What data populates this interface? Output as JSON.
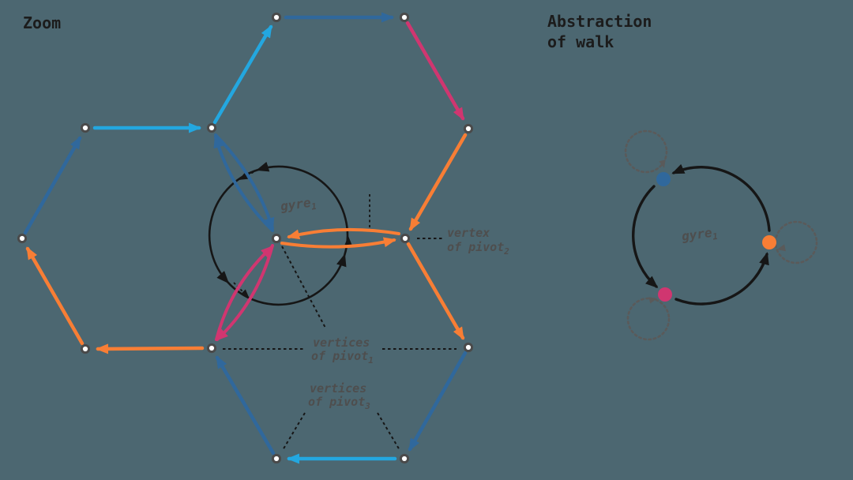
{
  "titles": {
    "zoom": "Zoom",
    "abstraction_line1": "Abstraction",
    "abstraction_line2": "of walk"
  },
  "labels": {
    "gyre_zoom": {
      "base": "gyre",
      "sub": "1"
    },
    "gyre_abstraction": {
      "base": "gyre",
      "sub": "1"
    },
    "vertex_pivot2": {
      "line1": "vertex",
      "line2": "of pivot",
      "sub": "2"
    },
    "vertices_pivot1": {
      "line1": "vertices",
      "line2": "of pivot",
      "sub": "1"
    },
    "vertices_pivot3": {
      "line1": "vertices",
      "line2": "of pivot",
      "sub": "3"
    }
  },
  "colors": {
    "background": "#4C6771",
    "light_blue": "#23A7E0",
    "dark_blue": "#30689C",
    "orange": "#F87E35",
    "pink": "#D03670",
    "black": "#161616",
    "title_text": "#1C1C1C",
    "label_gray": "#4E4E4E",
    "loop_gray": "#5A5A5A",
    "node_ring": "#4A4A4A",
    "node_fill": "#FFFFFF"
  }
}
